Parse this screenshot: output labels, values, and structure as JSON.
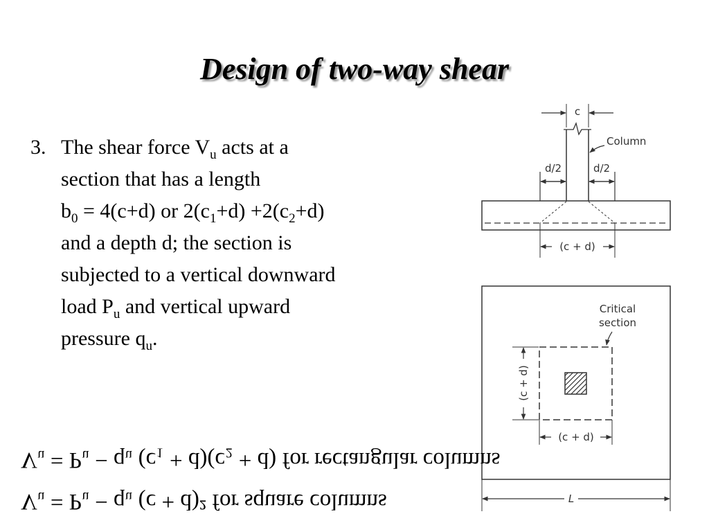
{
  "slide": {
    "title": "Design of two-way shear",
    "point_number": "3.",
    "body": {
      "t1": "The shear force V",
      "s1": "u",
      "t2": " acts at a",
      "t3": "section that has a length",
      "t4": "b",
      "s4": "0",
      "t5": " = 4(c+d) or 2(c",
      "s5": "1",
      "t6": "+d) +2(c",
      "s6": "2",
      "t7": "+d)",
      "t8": "and a depth d;  the section is",
      "t9": "subjected to a vertical downward",
      "t10": "load P",
      "s10": "u",
      "t11": " and vertical upward",
      "t12": "pressure q",
      "s12": "u",
      "t13": "."
    }
  },
  "figure": {
    "labels": {
      "c": "c",
      "column": "Column",
      "d_half_left": "d/2",
      "d_half_right": "d/2",
      "c_plus_d_elevation": "(c + d)",
      "critical_1": "Critical",
      "critical_2": "section",
      "c_plus_d_vertical": "(c + d)",
      "c_plus_d_plan": "(c + d)",
      "L": "L"
    }
  },
  "equations": {
    "rect": "Vᵤ = Pᵤ − qᵤ (c₁ + d)(c₂ + d) for rectangular columns",
    "square": "Vᵤ = Pᵤ − qᵤ (c + d)² for square columns"
  }
}
